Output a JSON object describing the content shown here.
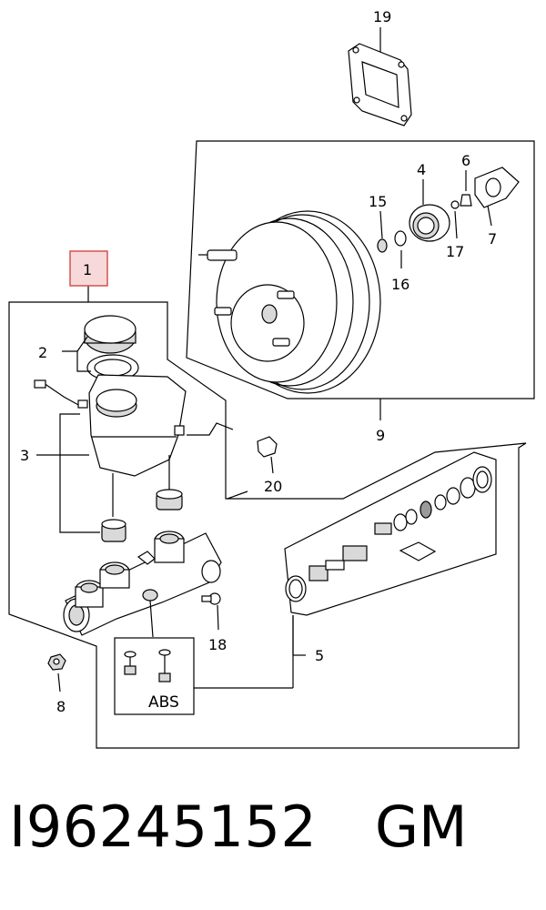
{
  "diagram": {
    "callouts": [
      {
        "id": "c19",
        "text": "19"
      },
      {
        "id": "c4",
        "text": "4"
      },
      {
        "id": "c6",
        "text": "6"
      },
      {
        "id": "c15",
        "text": "15"
      },
      {
        "id": "c7",
        "text": "7"
      },
      {
        "id": "c17",
        "text": "17"
      },
      {
        "id": "c16",
        "text": "16"
      },
      {
        "id": "c1",
        "text": "1"
      },
      {
        "id": "c2",
        "text": "2"
      },
      {
        "id": "c9",
        "text": "9"
      },
      {
        "id": "c3",
        "text": "3"
      },
      {
        "id": "c20",
        "text": "20"
      },
      {
        "id": "c18",
        "text": "18"
      },
      {
        "id": "c5",
        "text": "5"
      },
      {
        "id": "c8",
        "text": "8"
      }
    ],
    "highlighted_callout": "1",
    "highlight_color": "#d04848",
    "abs_label": "ABS"
  },
  "footer": {
    "part_number": "I96245152",
    "brand": "GM"
  }
}
